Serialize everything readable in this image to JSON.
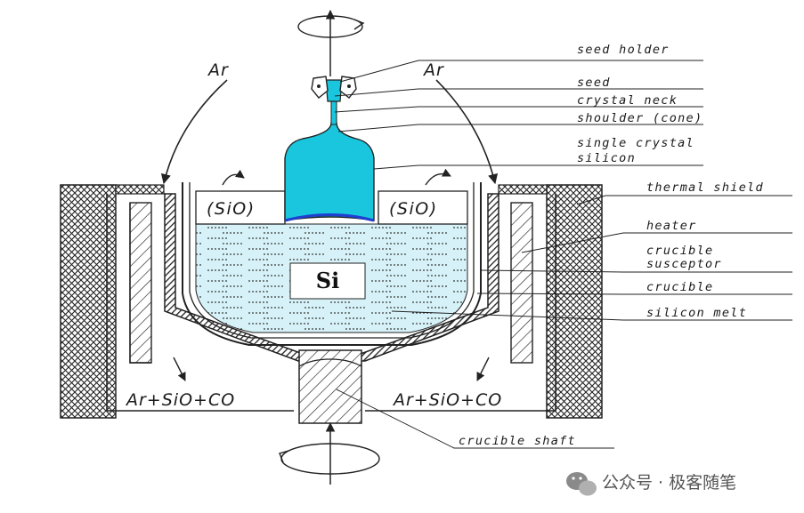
{
  "labels": {
    "seed_holder": "seed holder",
    "seed": "seed",
    "crystal_neck": "crystal neck",
    "shoulder": "shoulder (cone)",
    "single_crystal_1": "single crystal",
    "single_crystal_2": "silicon",
    "thermal_shield": "thermal shield",
    "heater": "heater",
    "crucible_susceptor_1": "crucible",
    "crucible_susceptor_2": "susceptor",
    "crucible": "crucible",
    "silicon_melt": "silicon melt",
    "crucible_shaft": "crucible shaft"
  },
  "gas": {
    "ar_left": "Ar",
    "ar_right": "Ar",
    "exhaust_left": "Ar+SiO+CO",
    "exhaust_right": "Ar+SiO+CO",
    "sio_left": "(SiO)",
    "sio_right": "(SiO)"
  },
  "melt_label": "Si",
  "watermark": "公众号 · 极客随笔",
  "colors": {
    "crystal": "#19C6DD",
    "melt": "#D6F2F8",
    "hatch": "#222222"
  }
}
